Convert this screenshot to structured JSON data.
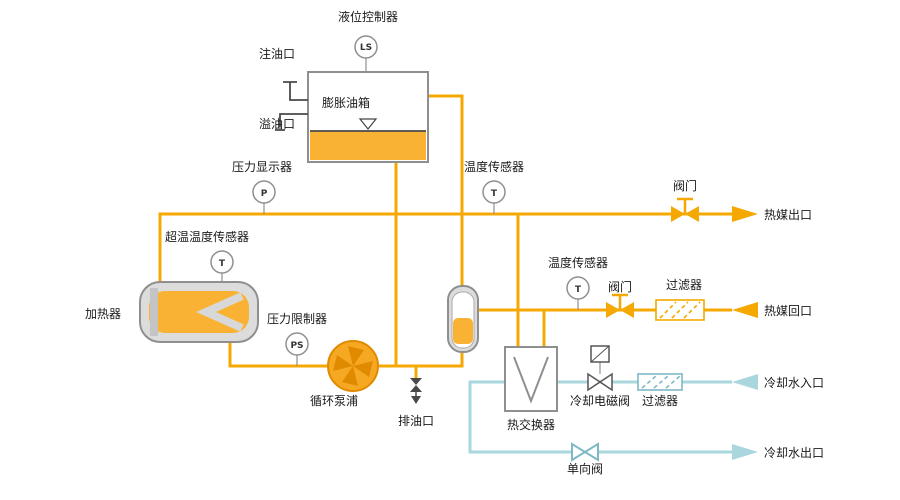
{
  "colors": {
    "heat": "#F5A800",
    "heat-fill": "#F9B233",
    "cool": "#A9D7DD",
    "cool-dark": "#7FB9C6"
  },
  "labels": {
    "level_controller": "液位控制器",
    "fill_port": "注油口",
    "expansion_tank": "膨胀油箱",
    "overflow_port": "溢油口",
    "pressure_display": "压力显示器",
    "temp_sensor_top": "温度传感器",
    "valve_top": "阀门",
    "heat_out": "热媒出口",
    "overtemp_sensor": "超温温度传感器",
    "heater": "加热器",
    "pressure_limiter": "压力限制器",
    "pump": "循环泵浦",
    "drain_port": "排油口",
    "temp_sensor_mid": "温度传感器",
    "valve_mid": "阀门",
    "filter_heat": "过滤器",
    "heat_return": "热媒回口",
    "heat_exchanger": "热交换器",
    "solenoid_valve": "冷却电磁阀",
    "filter_cool": "过滤器",
    "cool_in": "冷却水入口",
    "check_valve": "单向阀",
    "cool_out": "冷却水出口"
  },
  "instruments": {
    "level": "LS",
    "pressure": "P",
    "temp_top": "T",
    "overtemp": "T",
    "pressure_limit": "PS",
    "temp_mid": "T"
  }
}
